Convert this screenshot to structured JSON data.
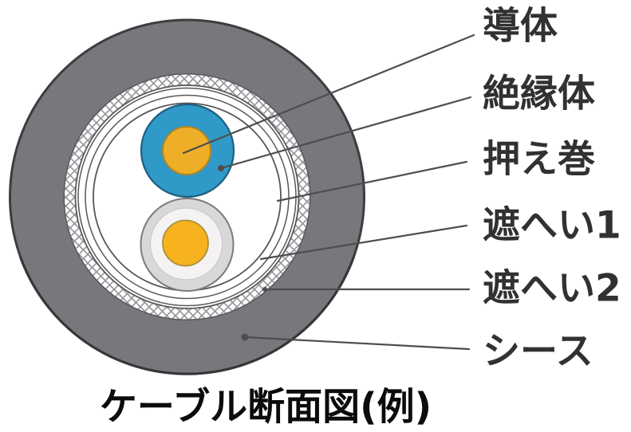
{
  "caption": "ケーブル断面図(例)",
  "labels": [
    {
      "id": "conductor",
      "text": "導体"
    },
    {
      "id": "insulator",
      "text": "絶縁体"
    },
    {
      "id": "binder-tape",
      "text": "押え巻"
    },
    {
      "id": "shield-1",
      "text": "遮へい1"
    },
    {
      "id": "shield-2",
      "text": "遮へい2"
    },
    {
      "id": "sheath",
      "text": "シース"
    }
  ],
  "colors": {
    "background": "#ffffff",
    "sheath_gray": "#78777b",
    "sheath_outline": "#3d3d40",
    "sheath_bottom_shadow": "#2f2f32",
    "shield2_hatch_line": "#94949a",
    "ring_line": "#58585b",
    "inner_white": "#ffffff",
    "insulator_blue": "#2f99c8",
    "insulator_blue_outline": "#1f5e7d",
    "conductor1_orange": "#efae28",
    "conductor1_orange_outline": "#b08620",
    "wire2_jacket_gray": "#d9d7d8",
    "wire2_jacket_outline": "#7b7b7e",
    "wire2_inner_white": "#f4f2f3",
    "wire2_inner_outline": "#c6c4c5",
    "conductor2_orange": "#f6b31e",
    "conductor2_orange_outline": "#a8913a",
    "leader_line": "#4e4e51",
    "label_text": "#323032",
    "caption_text": "#0c0c0c"
  }
}
